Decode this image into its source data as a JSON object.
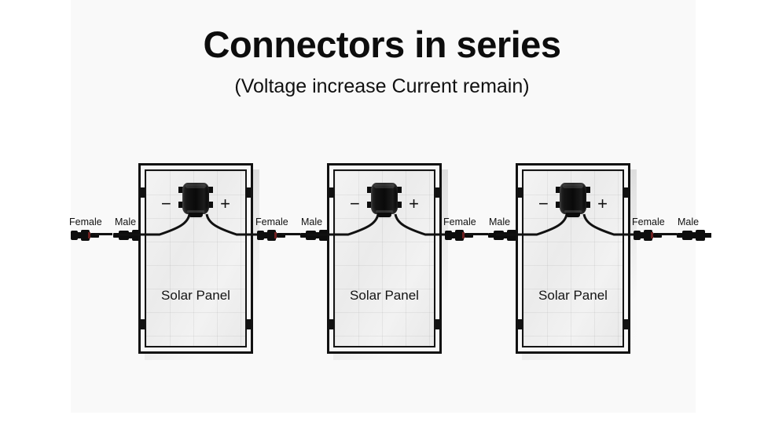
{
  "title": "Connectors in series",
  "subtitle": "(Voltage increase Current remain)",
  "colors": {
    "background": "#ffffff",
    "band": "#f9f9f9",
    "frame": "#111111",
    "cell": "#efefef",
    "wire": "#111111",
    "text": "#111111"
  },
  "panels": [
    {
      "label": "Solar Panel",
      "minus": "−",
      "plus": "+"
    },
    {
      "label": "Solar Panel",
      "minus": "−",
      "plus": "+"
    },
    {
      "label": "Solar Panel",
      "minus": "−",
      "plus": "+"
    }
  ],
  "connector_groups": [
    {
      "female": "Female",
      "male": "Male"
    },
    {
      "female": "Female",
      "male": "Male"
    },
    {
      "female": "Female",
      "male": "Male"
    },
    {
      "female": "Female",
      "male": "Male"
    }
  ]
}
